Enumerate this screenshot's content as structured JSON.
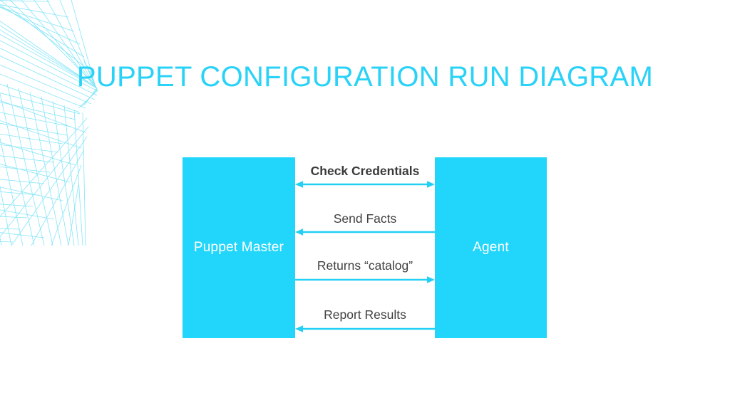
{
  "slide": {
    "title": "PUPPET CONFIGURATION RUN DIAGRAM",
    "background_color": "#ffffff",
    "accent_color": "#29d2f7"
  },
  "decoration": {
    "name": "wireframe-mesh-corner",
    "color": "#7fe3f7"
  },
  "diagram": {
    "type": "sequence",
    "nodes": [
      {
        "id": "master",
        "label": "Puppet Master",
        "fill_color": "#22d6fb",
        "text_color": "#ffffff"
      },
      {
        "id": "agent",
        "label": "Agent",
        "fill_color": "#22d6fb",
        "text_color": "#ffffff"
      }
    ],
    "messages": [
      {
        "id": "check-credentials",
        "label": "Check Credentials",
        "direction": "both",
        "bold": true,
        "from": "master",
        "to": "agent",
        "arrow_color": "#22cff5"
      },
      {
        "id": "send-facts",
        "label": "Send Facts",
        "direction": "left",
        "bold": false,
        "from": "agent",
        "to": "master",
        "arrow_color": "#22cff5"
      },
      {
        "id": "returns-catalog",
        "label": "Returns “catalog”",
        "direction": "right",
        "bold": false,
        "from": "master",
        "to": "agent",
        "arrow_color": "#22cff5"
      },
      {
        "id": "report-results",
        "label": "Report Results",
        "direction": "left",
        "bold": false,
        "from": "agent",
        "to": "master",
        "arrow_color": "#22cff5"
      }
    ]
  }
}
